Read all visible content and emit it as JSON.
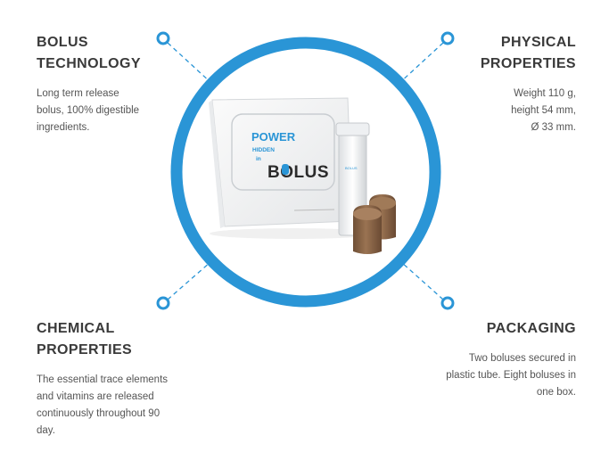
{
  "sections": {
    "bolus_technology": {
      "title_lines": [
        "BOLUS",
        "TECHNOLOGY"
      ],
      "text_lines": [
        "Long term release",
        "bolus, 100% digestible",
        "ingredients."
      ]
    },
    "physical_properties": {
      "title_lines": [
        "PHYSICAL",
        "PROPERTIES"
      ],
      "text_lines": [
        "Weight 110 g,",
        "height 54 mm,",
        "Ø 33 mm."
      ]
    },
    "chemical_properties": {
      "title_lines": [
        "CHEMICAL",
        "PROPERTIES"
      ],
      "text_lines": [
        "The essential trace elements",
        "and vitamins are released",
        "continuously throughout 90",
        "day."
      ]
    },
    "packaging": {
      "title_lines": [
        "PACKAGING"
      ],
      "text_lines": [
        "Two boluses secured in",
        "plastic tube. Eight boluses in",
        "one box."
      ]
    }
  },
  "product": {
    "box_line1": "POWER",
    "box_line2": "HIDDEN",
    "box_line3": "in",
    "box_brand": "BOLUS"
  },
  "colors": {
    "accent_blue": "#2a95d6",
    "title_text": "#3a3a3a",
    "body_text": "#555555",
    "bolus_brown": "#8a6446"
  }
}
